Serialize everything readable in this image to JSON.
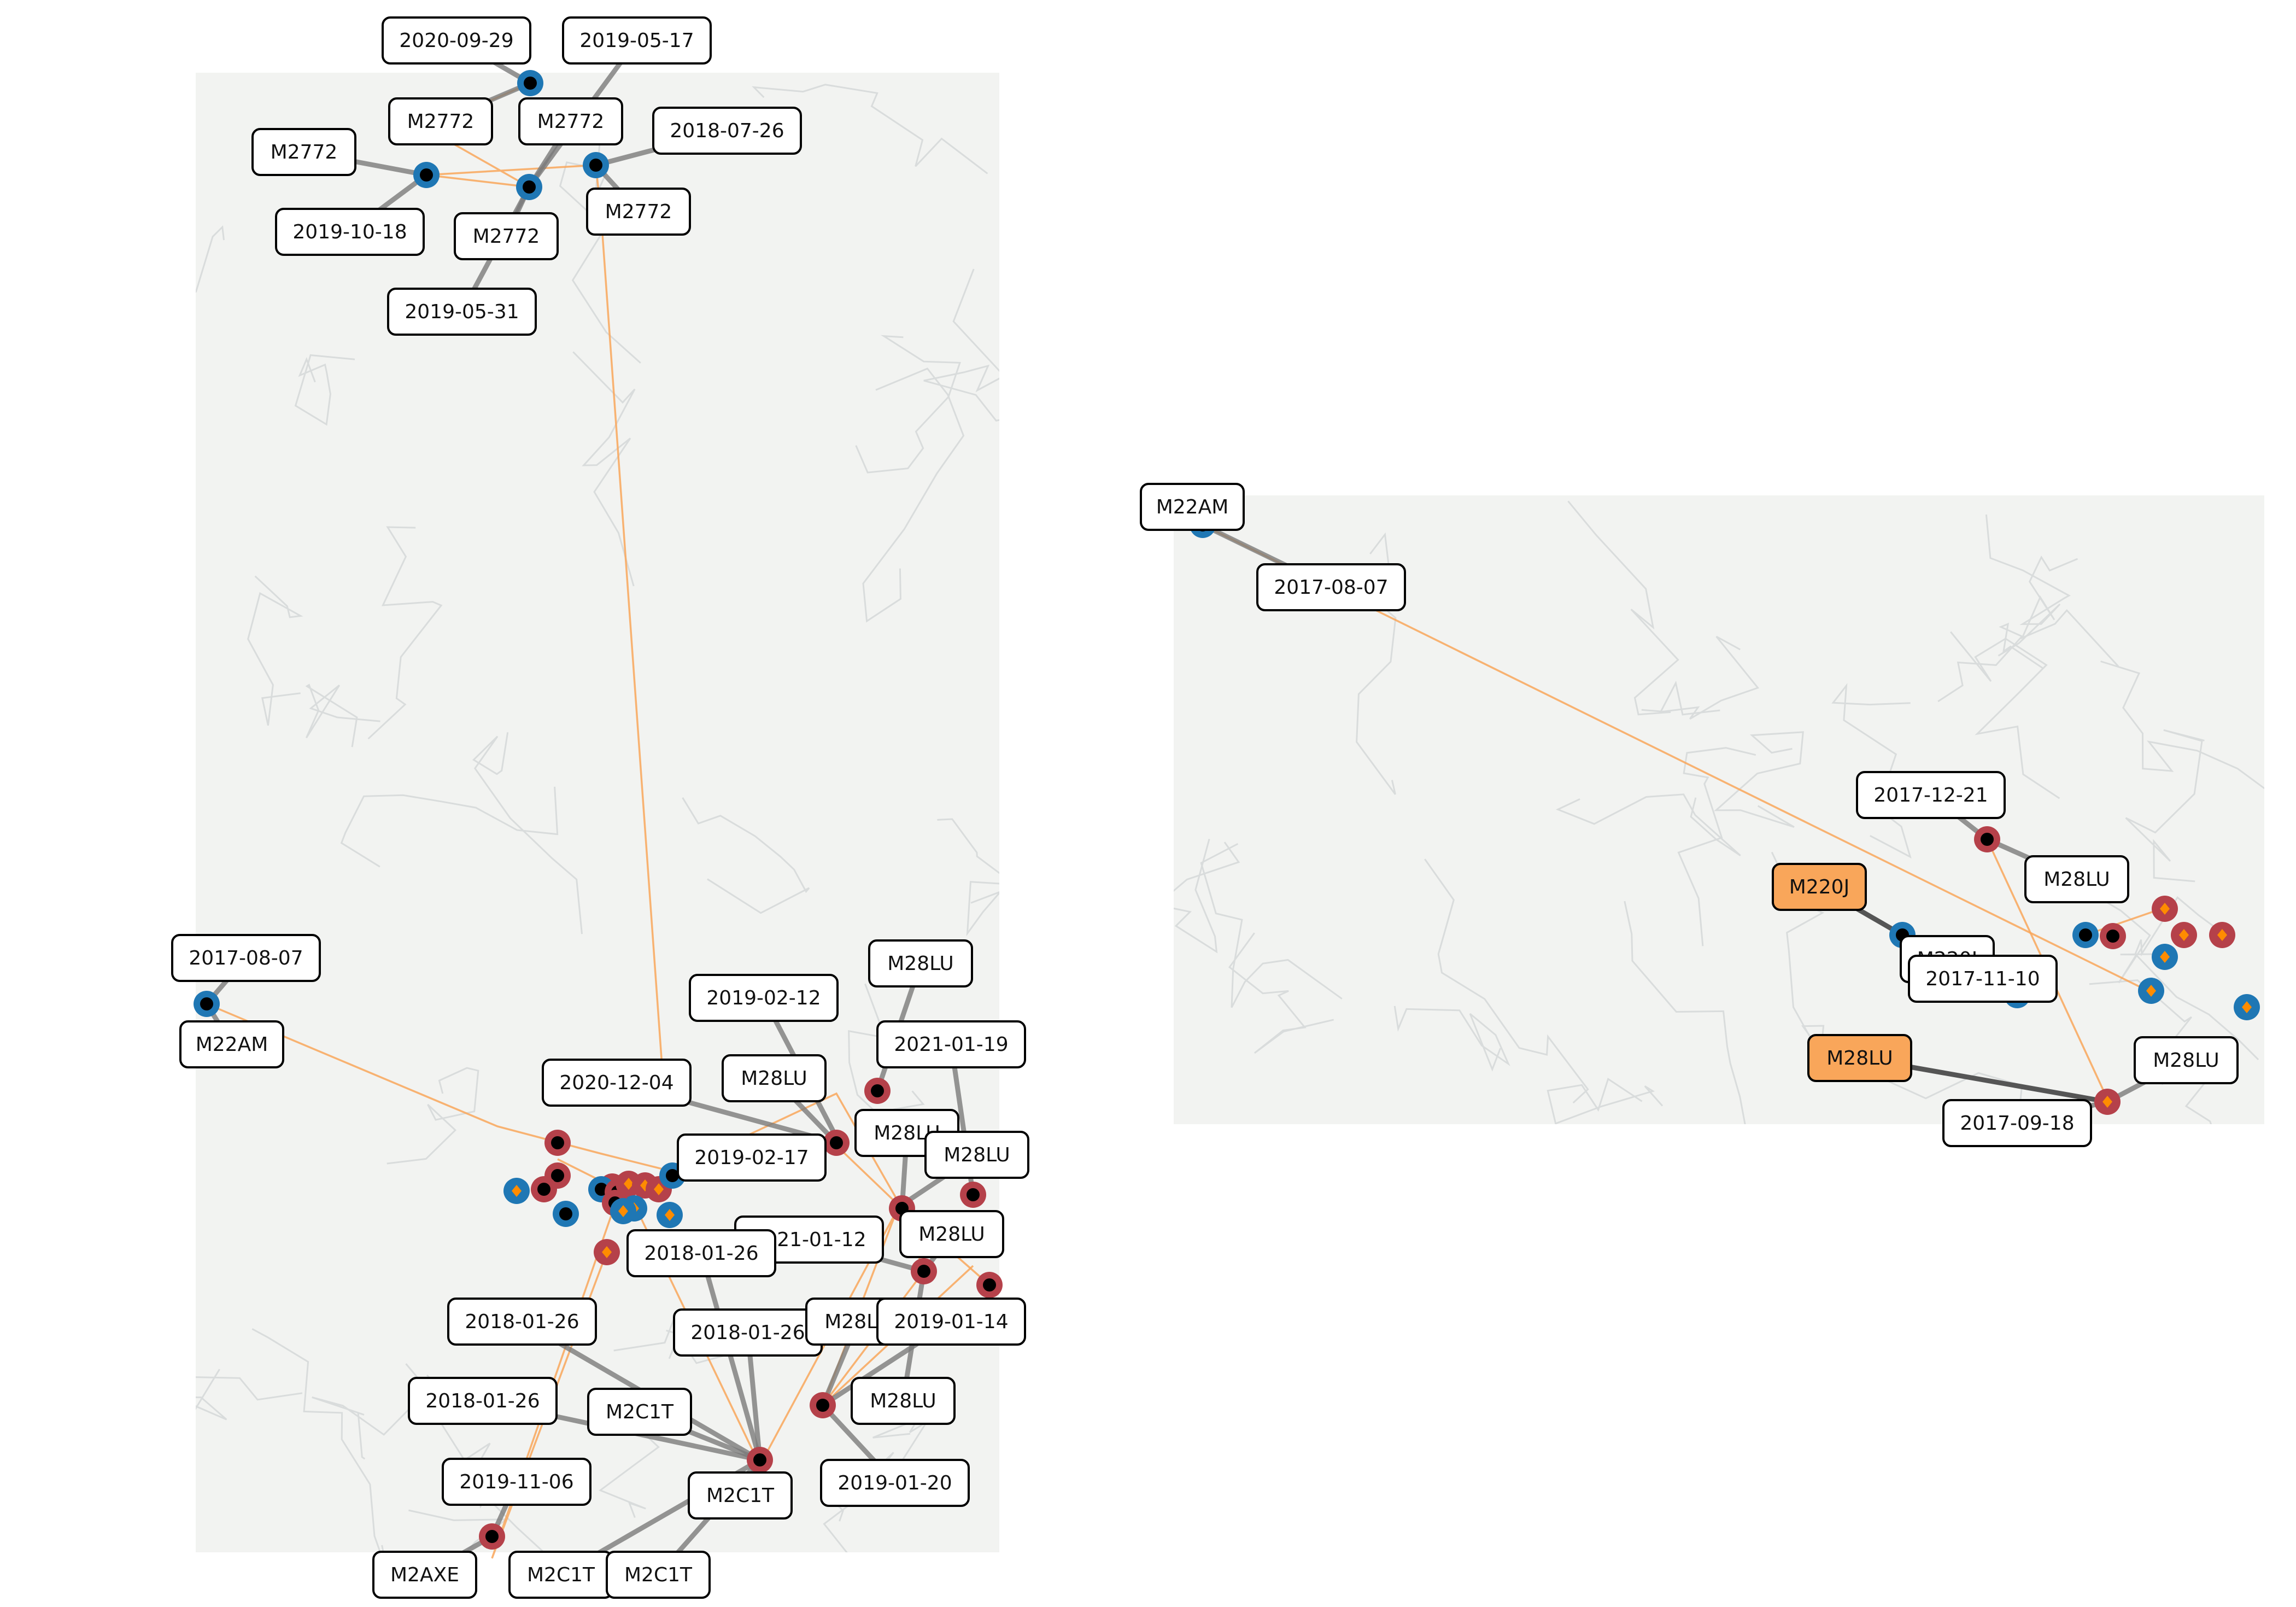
{
  "colors": {
    "map_background": "#f2f3f1",
    "map_lines": "#d9dcdc",
    "track_path": "#f9a65a",
    "station_blue": "#1f77b4",
    "station_red": "#b5414a",
    "center_black": "#000000",
    "center_orange": "#ff8c00",
    "label_highlight": "#f9a65a",
    "leader_gray": "#7a7a7a"
  },
  "left_map": {
    "labels": [
      {
        "id": "l1",
        "text": "2020-09-29"
      },
      {
        "id": "l2",
        "text": "2019-05-17"
      },
      {
        "id": "l3",
        "text": "M2772"
      },
      {
        "id": "l4",
        "text": "M2772"
      },
      {
        "id": "l5",
        "text": "2018-07-26"
      },
      {
        "id": "l6",
        "text": "M2772"
      },
      {
        "id": "l7",
        "text": "M2772"
      },
      {
        "id": "l8",
        "text": "2019-10-18"
      },
      {
        "id": "l9",
        "text": "M2772"
      },
      {
        "id": "l10",
        "text": "2019-05-31"
      },
      {
        "id": "l11",
        "text": "M28LU"
      },
      {
        "id": "l12",
        "text": "2017-08-07"
      },
      {
        "id": "l13",
        "text": "2019-02-12"
      },
      {
        "id": "l14",
        "text": "2021-01-19"
      },
      {
        "id": "l15",
        "text": "M22AM"
      },
      {
        "id": "l16",
        "text": "2020-12-04"
      },
      {
        "id": "l17",
        "text": "M28LU"
      },
      {
        "id": "l18",
        "text": "M28LU"
      },
      {
        "id": "l19",
        "text": "M28LU"
      },
      {
        "id": "l20",
        "text": "2019-02-17"
      },
      {
        "id": "l21",
        "text": "M28LU"
      },
      {
        "id": "l22",
        "text": "2021-01-12"
      },
      {
        "id": "l23",
        "text": "2018-01-26"
      },
      {
        "id": "l24",
        "text": "2018-01-26"
      },
      {
        "id": "l25",
        "text": "2018-01-26"
      },
      {
        "id": "l26",
        "text": "M28LU"
      },
      {
        "id": "l27",
        "text": "2019-01-14"
      },
      {
        "id": "l28",
        "text": "2018-01-26"
      },
      {
        "id": "l29",
        "text": "M2C1T"
      },
      {
        "id": "l30",
        "text": "M28LU"
      },
      {
        "id": "l31",
        "text": "2019-11-06"
      },
      {
        "id": "l32",
        "text": "M2C1T"
      },
      {
        "id": "l33",
        "text": "2019-01-20"
      },
      {
        "id": "l34",
        "text": "M2AXE"
      },
      {
        "id": "l35",
        "text": "M2C1T"
      },
      {
        "id": "l36",
        "text": "M2C1T"
      }
    ]
  },
  "right_map": {
    "labels": [
      {
        "id": "r1",
        "text": "M22AM"
      },
      {
        "id": "r2",
        "text": "2017-08-07"
      },
      {
        "id": "r3",
        "text": "2017-12-21"
      },
      {
        "id": "r4",
        "text": "M28LU"
      },
      {
        "id": "r5",
        "text": "M220J",
        "highlight": true
      },
      {
        "id": "r6",
        "text": "M220J"
      },
      {
        "id": "r7",
        "text": "2017-11-10"
      },
      {
        "id": "r8",
        "text": "M28LU",
        "highlight": true
      },
      {
        "id": "r9",
        "text": "M28LU"
      },
      {
        "id": "r10",
        "text": "2017-09-18"
      }
    ]
  }
}
